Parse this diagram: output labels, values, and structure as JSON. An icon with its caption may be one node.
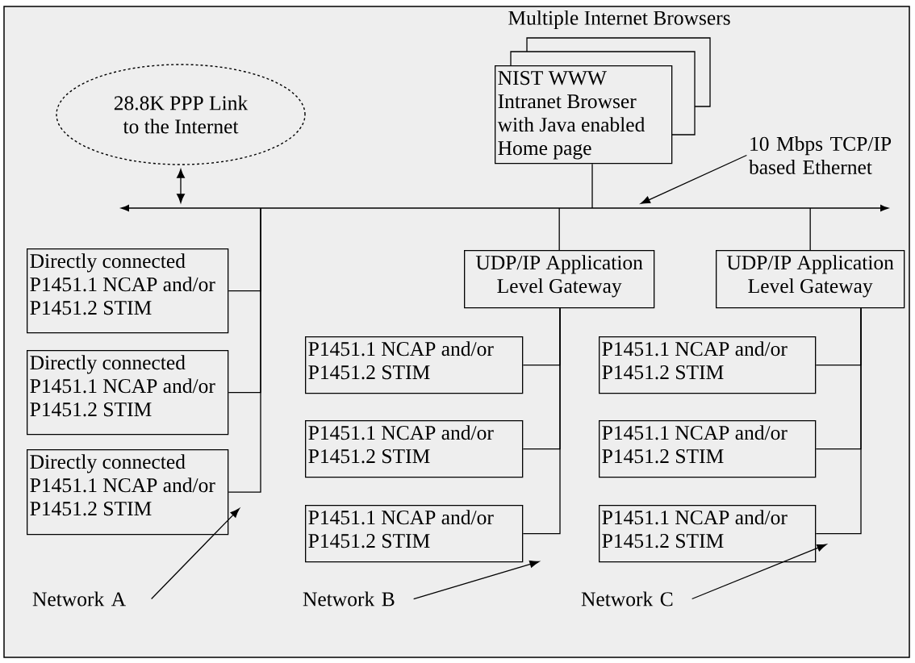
{
  "diagram": {
    "nodes": [
      {
        "text": [
          "28.8K PPP Link to the Internet"
        ]
      },
      {
        "text": [
          "Multiple Internet Browsers",
          "NIST WWW Intranet Browser with Java enabled Home page"
        ]
      },
      {
        "text": [],
        "shape": "bar"
      },
      {
        "text": [
          "10 Mbps TCP/IP based Ethernet"
        ]
      },
      {
        "text": [
          "Directly connected P1451.1 NCAP and/or P1451.2 STIM"
        ]
      },
      {
        "text": [
          "Directly connected P1451.1 NCAP and/or P1451.2 STIM"
        ]
      },
      {
        "text": [
          "Directly connected P1451.1 NCAP and/or P1451.2 STIM"
        ]
      },
      {
        "text": [
          "UDP/IP Application Level Gateway"
        ]
      },
      {
        "text": [
          "UDP/IP Application Level Gateway"
        ]
      },
      {
        "text": [
          "P1451.1 NCAP and/or P1451.2 STIM"
        ]
      },
      {
        "text": [
          "P1451.1 NCAP and/or P1451.2 STIM"
        ]
      },
      {
        "text": [
          "P1451.1 NCAP and/or P1451.2 STIM"
        ]
      },
      {
        "text": [
          "P1451.1 NCAP and/or P1451.2 STIM"
        ]
      },
      {
        "text": [
          "P1451.1 NCAP and/or P1451.2 STIM"
        ]
      },
      {
        "text": [
          "P1451.1 NCAP and/or P1451.2 STIM"
        ]
      },
      {
        "text": [
          "Network A"
        ]
      },
      {
        "text": [
          "Network B"
        ]
      },
      {
        "text": [
          "Network C"
        ]
      }
    ],
    "edges": [
      {
        "from": 0,
        "to": 2,
        "arrow": "both"
      },
      {
        "from": 1,
        "to": 2,
        "arrow": "none"
      },
      {
        "from": 3,
        "to": 2,
        "arrow": "to"
      },
      {
        "from": 4,
        "to": 2,
        "arrow": "none"
      },
      {
        "from": 5,
        "to": 2,
        "arrow": "none"
      },
      {
        "from": 6,
        "to": 2,
        "arrow": "none"
      },
      {
        "from": 7,
        "to": 2,
        "arrow": "none"
      },
      {
        "from": 8,
        "to": 2,
        "arrow": "none"
      },
      {
        "from": 7,
        "to": 9,
        "arrow": "none"
      },
      {
        "from": 7,
        "to": 10,
        "arrow": "none"
      },
      {
        "from": 7,
        "to": 11,
        "arrow": "none"
      },
      {
        "from": 8,
        "to": 12,
        "arrow": "none"
      },
      {
        "from": 8,
        "to": 13,
        "arrow": "none"
      },
      {
        "from": 8,
        "to": 14,
        "arrow": "none"
      },
      {
        "from": 15,
        "to": 6,
        "arrow": "to"
      },
      {
        "from": 16,
        "to": 11,
        "arrow": "to"
      },
      {
        "from": 17,
        "to": 14,
        "arrow": "to"
      }
    ]
  }
}
